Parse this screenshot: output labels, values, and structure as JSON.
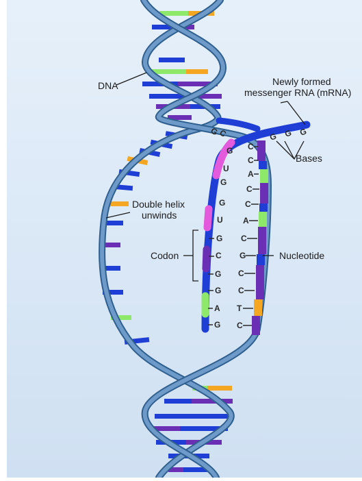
{
  "diagram": {
    "labels": {
      "dna": "DNA",
      "mrna_line1": "Newly formed",
      "mrna_line2": "messenger RNA (mRNA)",
      "bases": "Bases",
      "double_helix_line1": "Double helix",
      "double_helix_line2": "unwinds",
      "codon": "Codon",
      "nucleotide": "Nucleotide"
    },
    "rna_bases": [
      "G",
      "U",
      "G",
      "G",
      "U",
      "G",
      "C",
      "G",
      "G",
      "A",
      "G"
    ],
    "template_bases": [
      "C",
      "C",
      "A",
      "C",
      "C",
      "A",
      "C",
      "G",
      "C",
      "C",
      "T",
      "C"
    ],
    "top_bases": [
      "G",
      "C"
    ],
    "right_bases": [
      "G",
      "G",
      "G"
    ],
    "colors": {
      "background": "#d6e6f6",
      "backbone": "#6d9ac8",
      "backbone_edge": "#2f5f8f",
      "rna_strand": "#1f3ed6",
      "adenine": "#f5a623",
      "guanine": "#1f3ed6",
      "cytosine": "#6a2fb5",
      "uracil_thymine": "#8ee86a",
      "pink": "#e35bdc"
    }
  }
}
